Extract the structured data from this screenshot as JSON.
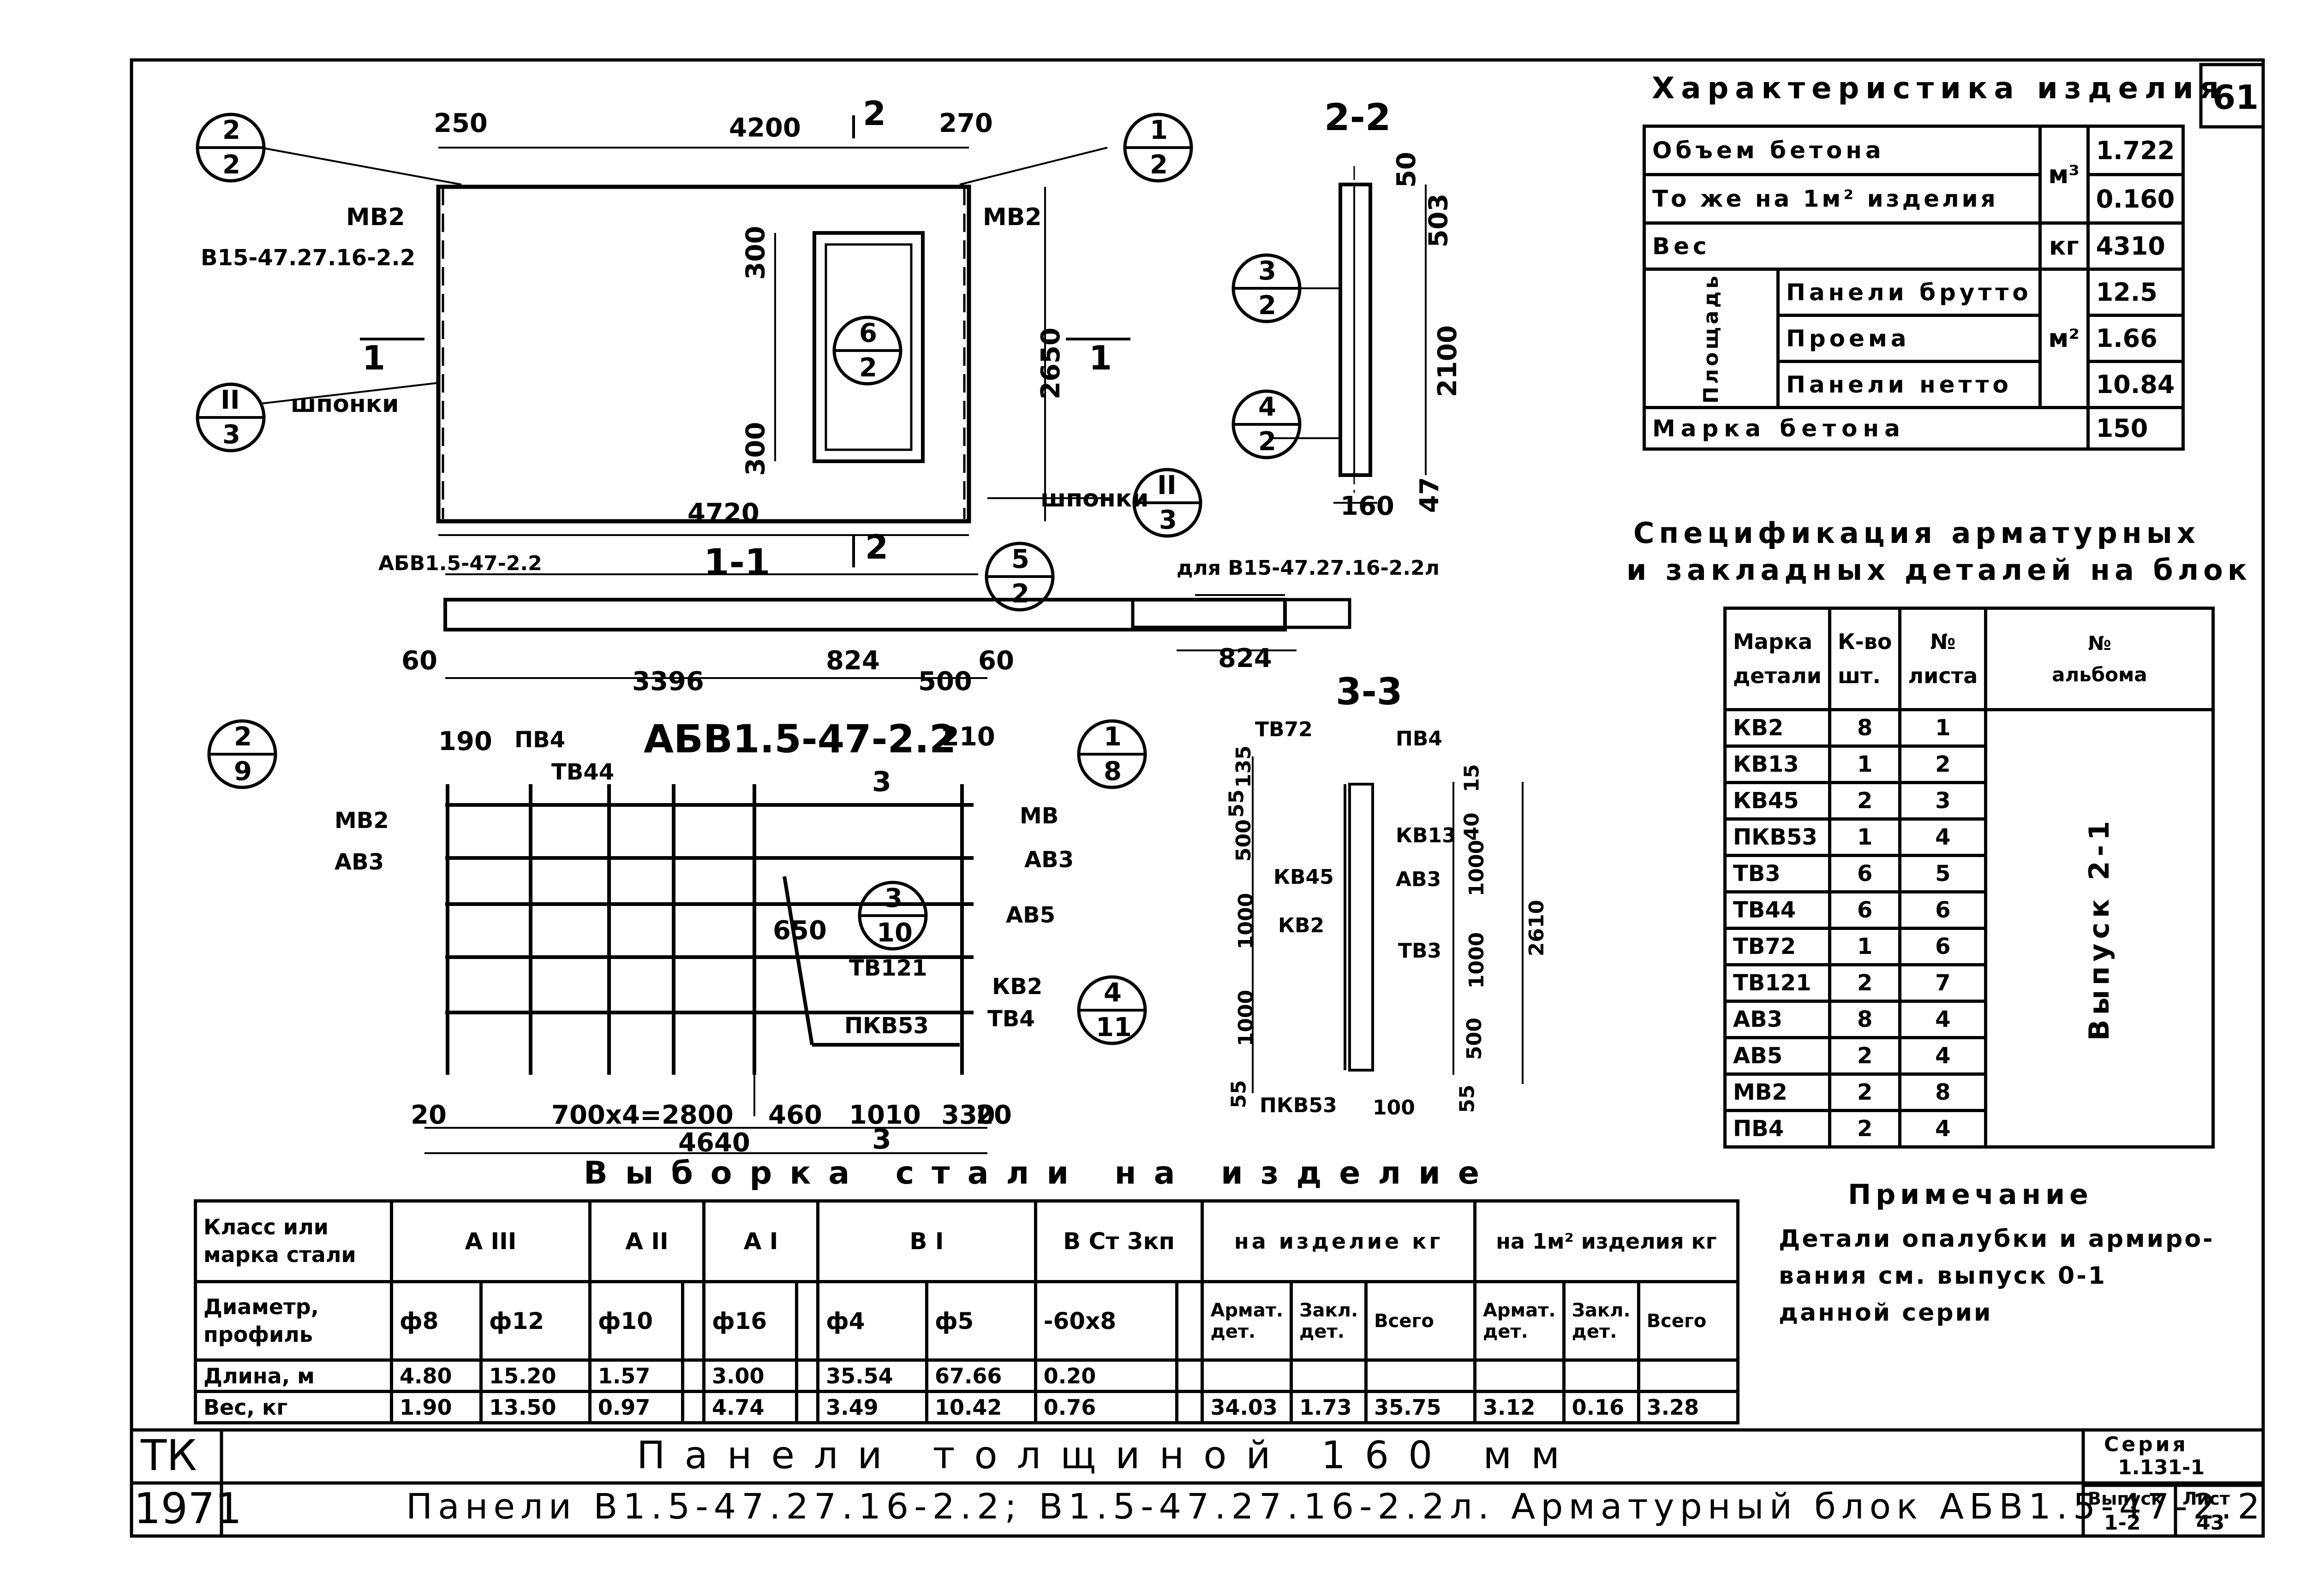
{
  "sheet_number": "61",
  "characteristics": {
    "title": "Характеристика изделия",
    "rows": [
      {
        "label": "Объем бетона",
        "unit": "м³",
        "value": "1.722"
      },
      {
        "label": "То же на 1м² изделия",
        "unit": "",
        "value": "0.160"
      },
      {
        "label": "Вес",
        "unit": "кг",
        "value": "4310"
      },
      {
        "label": "Панели брутто",
        "unit": "",
        "value": "12.5"
      },
      {
        "label": "Проема",
        "unit": "м²",
        "value": "1.66"
      },
      {
        "label": "Панели нетто",
        "unit": "",
        "value": "10.84"
      },
      {
        "label": "Марка бетона",
        "unit": "",
        "value": "150"
      }
    ],
    "area_group_label": "Площадь"
  },
  "spec": {
    "title_line1": "Спецификация арматурных",
    "title_line2": "и закладных деталей на блок",
    "headers": [
      "Марка детали",
      "К-во шт.",
      "№ листа",
      "№ альбома"
    ],
    "header_lines": [
      [
        "Марка",
        "детали"
      ],
      [
        "К-во",
        "шт."
      ],
      [
        "№",
        "листа"
      ],
      [
        "№",
        "альбома"
      ]
    ],
    "album_value": "Выпуск 2-1",
    "rows": [
      {
        "mark": "КВ2",
        "qty": "8",
        "sheet": "1"
      },
      {
        "mark": "КВ13",
        "qty": "1",
        "sheet": "2"
      },
      {
        "mark": "КВ45",
        "qty": "2",
        "sheet": "3"
      },
      {
        "mark": "ПКВ53",
        "qty": "1",
        "sheet": "4"
      },
      {
        "mark": "ТВ3",
        "qty": "6",
        "sheet": "5"
      },
      {
        "mark": "ТВ44",
        "qty": "6",
        "sheet": "6"
      },
      {
        "mark": "ТВ72",
        "qty": "1",
        "sheet": "6"
      },
      {
        "mark": "ТВ121",
        "qty": "2",
        "sheet": "7"
      },
      {
        "mark": "АВ3",
        "qty": "8",
        "sheet": "4"
      },
      {
        "mark": "АВ5",
        "qty": "2",
        "sheet": "4"
      },
      {
        "mark": "МВ2",
        "qty": "2",
        "sheet": "8"
      },
      {
        "mark": "ПВ4",
        "qty": "2",
        "sheet": "4"
      }
    ]
  },
  "note": {
    "title": "Примечание",
    "lines": [
      "Детали опалубки и армиро-",
      "вания см. выпуск 0-1",
      "данной серии"
    ]
  },
  "steel": {
    "title": "Выборка стали на изделие",
    "row_labels": [
      "Класс или марка стали",
      "Диаметр, профиль",
      "Длина, м",
      "Вес, кг"
    ],
    "classes": [
      "А III",
      "А II",
      "А I",
      "В I",
      "В Ст 3кп"
    ],
    "totals_header": "на изделие кг",
    "totals_m2_header": "на 1м² изделия кг",
    "profiles": [
      "ф8",
      "ф12",
      "ф10",
      "",
      "ф16",
      "",
      "ф4",
      "ф5",
      "-60х8",
      "",
      "Армат. дет.",
      "Закл. дет.",
      "Всего",
      "Армат. дет.",
      "Закл. дет.",
      "Всего"
    ],
    "lengths": [
      "4.80",
      "15.20",
      "1.57",
      "",
      "3.00",
      "",
      "35.54",
      "67.66",
      "0.20",
      "",
      "",
      "",
      "",
      "",
      "",
      ""
    ],
    "weights": [
      "1.90",
      "13.50",
      "0.97",
      "",
      "4.74",
      "",
      "3.49",
      "10.42",
      "0.76",
      "",
      "34.03",
      "1.73",
      "35.75",
      "3.12",
      "0.16",
      "3.28"
    ]
  },
  "title_block": {
    "org": "ТК",
    "year": "1971",
    "line1": "Панели толщиной 160 мм",
    "line2": "Панели В1.5-47.27.16-2.2; В1.5-47.27.16-2.2л. Арматурный блок АБВ1.5-47-2.2",
    "series_label": "Серия",
    "series_value": "1.131-1",
    "issue_label": "Выпуск",
    "issue_value": "1-2",
    "sheet_label": "Лист",
    "sheet_value": "43"
  },
  "drawing": {
    "panel_name": "В15-47.27.16-2.2",
    "keys": [
      "шпонки",
      "шпонки"
    ],
    "section_22": "2-2",
    "section_11": "1-1",
    "section_33": "3-3",
    "block_title": "АБВ1.5-47-2.2",
    "block_label_11": "АБВ1.5-47-2.2",
    "mirror_label": "для В15-47.27.16-2.2л",
    "dims_top": [
      "250",
      "4200",
      "270",
      "4720",
      "2650",
      "300",
      "300"
    ],
    "dims_11": [
      "60",
      "3396",
      "824",
      "500",
      "60",
      "824"
    ],
    "dims_22": [
      "50",
      "503",
      "2100",
      "47",
      "160"
    ],
    "dims_block": [
      "190",
      "210",
      "650",
      "20",
      "700х4=2800",
      "460",
      "1010",
      "330",
      "20",
      "4640"
    ],
    "dims_33": [
      "135",
      "55",
      "500",
      "1000",
      "1000",
      "55",
      "15",
      "40",
      "1000",
      "1000",
      "500",
      "55",
      "2610",
      "100"
    ],
    "marks_top": [
      "МВ2",
      "МВ2"
    ],
    "marks_block": [
      "ПВ4",
      "ТВ44",
      "МВ2",
      "АВ3",
      "МВ",
      "АВ3",
      "АВ5",
      "ТВ121",
      "КВ2",
      "ТВ4",
      "ПКВ53"
    ],
    "marks_33": [
      "ТВ72",
      "ПВ4",
      "КВ13",
      "КВ45",
      "АВ3",
      "КВ2",
      "ТВ3",
      "ПКВ53"
    ],
    "callouts": [
      {
        "top": "2",
        "bottom": "2"
      },
      {
        "top": "1",
        "bottom": "2"
      },
      {
        "top": "II",
        "bottom": "3"
      },
      {
        "top": "6",
        "bottom": "2"
      },
      {
        "top": "II",
        "bottom": "3"
      },
      {
        "top": "3",
        "bottom": "2"
      },
      {
        "top": "4",
        "bottom": "2"
      },
      {
        "top": "5",
        "bottom": "2"
      },
      {
        "top": "2",
        "bottom": "9"
      },
      {
        "top": "1",
        "bottom": "8"
      },
      {
        "top": "3",
        "bottom": "10"
      },
      {
        "top": "4",
        "bottom": "11"
      }
    ],
    "section_markers": [
      "2",
      "2",
      "1",
      "1",
      "3",
      "3"
    ]
  }
}
